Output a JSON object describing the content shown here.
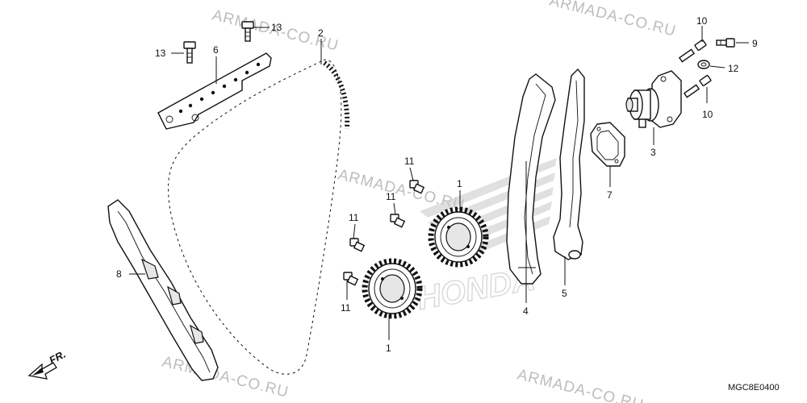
{
  "watermark": {
    "text": "ARMADA-CO.RU",
    "color": "#bdbdbd"
  },
  "logo": {
    "text": "HONDA",
    "color": "#c8c8c8"
  },
  "direction": {
    "label": "FR."
  },
  "diagram_code": "MGC8E0400",
  "callouts": {
    "cam_sprocket_upper": "1",
    "cam_sprocket_lower": "1",
    "cam_chain": "2",
    "tensioner_lifter": "3",
    "chain_guide": "4",
    "tensioner_arm": "5",
    "guide_plate": "6",
    "gasket": "7",
    "guide_rail": "8",
    "sealing_bolt": "9",
    "lifter_bolt_upper": "10",
    "lifter_bolt_lower": "10",
    "sprocket_bolt_a": "11",
    "sprocket_bolt_b": "11",
    "sprocket_bolt_c": "11",
    "sprocket_bolt_d": "11",
    "washer": "12",
    "plate_bolt_top": "13",
    "plate_bolt_left": "13"
  }
}
